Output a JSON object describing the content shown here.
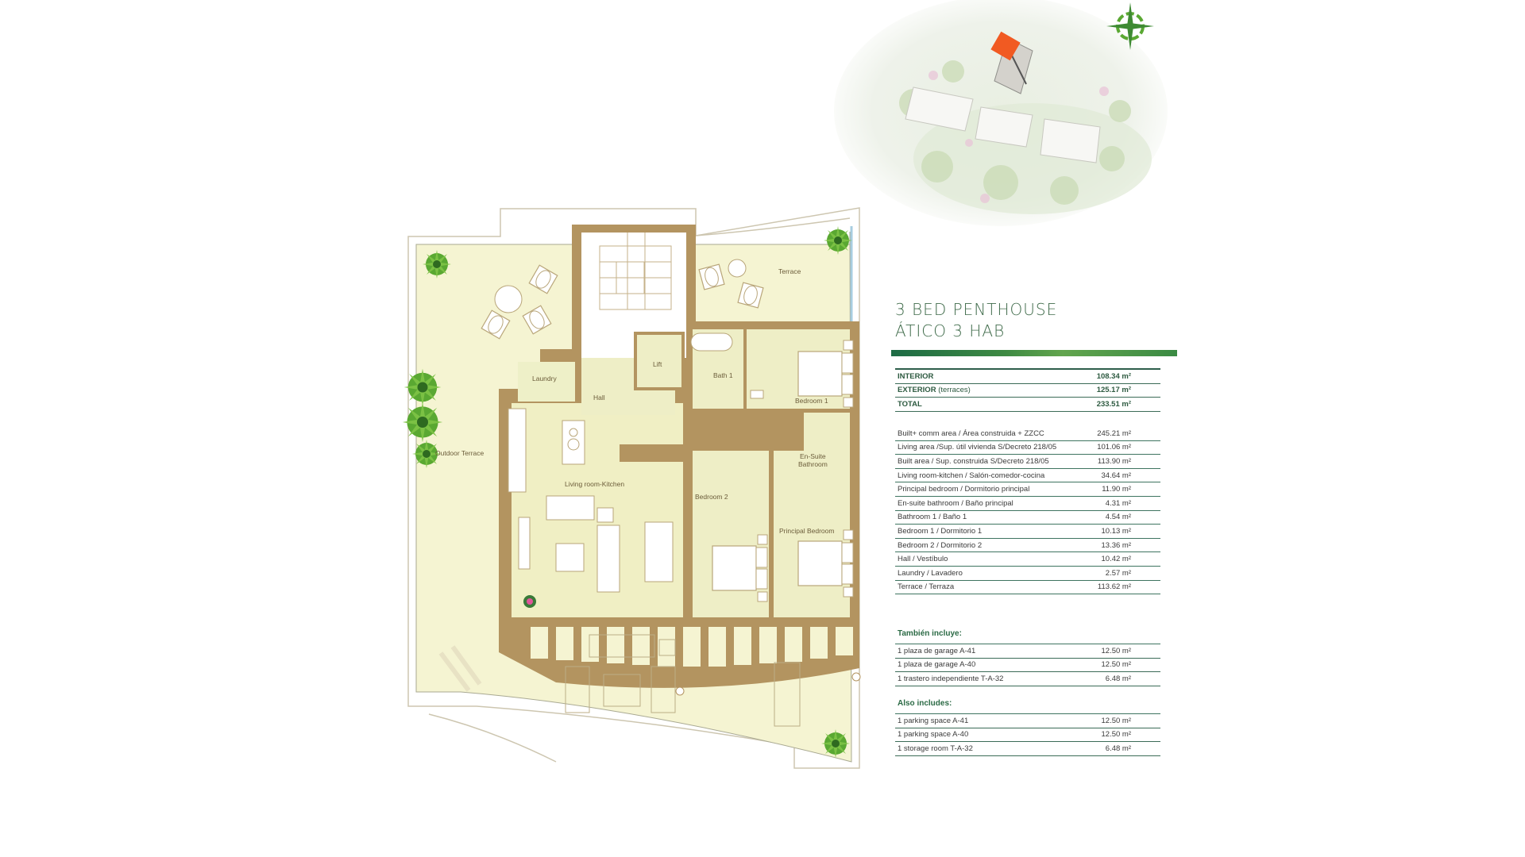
{
  "title": {
    "line1": "3 BED PENTHOUSE",
    "line2": "ÁTICO 3 HAB"
  },
  "colors": {
    "accent_green": "#2e6b45",
    "wall_brown": "#b39460",
    "floor_cream": "#f4f3cf",
    "highlight_orange": "#f15a22"
  },
  "summary": [
    {
      "label": "INTERIOR",
      "note": "",
      "value": "108.34 m²"
    },
    {
      "label": "EXTERIOR",
      "note": " (terraces)",
      "value": "125.17 m²"
    },
    {
      "label": "TOTAL",
      "note": "",
      "value": "233.51 m²"
    }
  ],
  "areas": [
    {
      "label": "Built+ comm  area / Área construida + ZZCC",
      "value": "245.21 m²"
    },
    {
      "label": "Living area /Sup. útil vivienda S/Decreto 218/05",
      "value": "101.06 m²"
    },
    {
      "label": "Built area / Sup. construida  S/Decreto 218/05",
      "value": "113.90 m²"
    },
    {
      "label": "Living room-kitchen / Salón-comedor-cocina",
      "value": "34.64 m²"
    },
    {
      "label": "Principal bedroom / Dormitorio principal",
      "value": "11.90 m²"
    },
    {
      "label": "En-suite bathroom / Baño principal",
      "value": "4.31 m²"
    },
    {
      "label": "Bathroom 1 / Baño 1",
      "value": "4.54 m²"
    },
    {
      "label": "Bedroom 1 / Dormitorio 1",
      "value": "10.13 m²"
    },
    {
      "label": "Bedroom 2 / Dormitorio 2",
      "value": "13.36 m²"
    },
    {
      "label": "Hall / Vestíbulo",
      "value": "10.42 m²"
    },
    {
      "label": "Laundry / Lavadero",
      "value": "2.57 m²"
    },
    {
      "label": "Terrace / Terraza",
      "value": "113.62 m²"
    }
  ],
  "tambien": {
    "heading": "También incluye:",
    "items": [
      {
        "label": "1 plaza de garage A-41",
        "value": "12.50 m²"
      },
      {
        "label": "1 plaza de garage A-40",
        "value": "12.50 m²"
      },
      {
        "label": "1 trastero independiente T-A-32",
        "value": "6.48 m²"
      }
    ]
  },
  "also": {
    "heading": "Also includes:",
    "items": [
      {
        "label": "1 parking space A-41",
        "value": "12.50 m²"
      },
      {
        "label": "1 parking space A-40",
        "value": "12.50 m²"
      },
      {
        "label": "1 storage room T-A-32",
        "value": "6.48 m²"
      }
    ]
  },
  "plan_labels": {
    "terrace": "Terrace",
    "outdoor_terrace": "Outdoor Terrace",
    "laundry": "Laundry",
    "hall": "Hall",
    "lift": "Lift",
    "bath1": "Bath 1",
    "bedroom1": "Bedroom 1",
    "living": "Living room-Kitchen",
    "bedroom2": "Bedroom 2",
    "ensuite_1": "En-Suite",
    "ensuite_2": "Bathroom",
    "principal": "Principal Bedroom"
  },
  "site_map": {
    "compass": "compass-rose-icon",
    "highlighted_unit": "penthouse-location"
  }
}
